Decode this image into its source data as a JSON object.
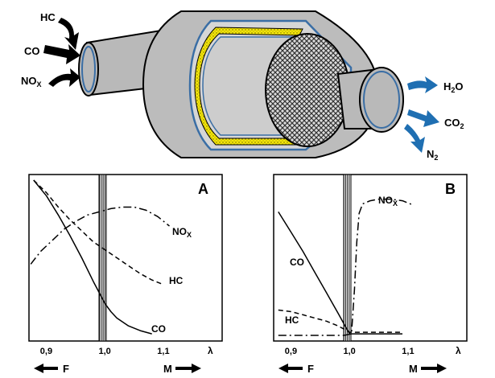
{
  "converter": {
    "inputs": [
      {
        "main": "HC",
        "sub": ""
      },
      {
        "main": "CO",
        "sub": ""
      },
      {
        "main": "NO",
        "sub": "X"
      }
    ],
    "outputs": [
      {
        "pre": "H",
        "sub": "2",
        "post": "O"
      },
      {
        "pre": "CO",
        "sub": "2",
        "post": ""
      },
      {
        "pre": "N",
        "sub": "2",
        "post": ""
      }
    ],
    "colors": {
      "body": "#b9b9b9",
      "outline": "#000000",
      "inner_ring": "#3a6ea5",
      "mat": "#f4e60a",
      "arrow_in": "#000000",
      "arrow_out": "#1f6fb2"
    }
  },
  "chart_data": [
    {
      "type": "line",
      "panel_label": "A",
      "xlim": [
        0.87,
        1.2
      ],
      "ylim": [
        0,
        1
      ],
      "x_ticks": [
        "0,9",
        "1,0",
        "1,1"
      ],
      "x_tick_values": [
        0.9,
        1.0,
        1.1
      ],
      "x_axis_symbol": "λ",
      "direction_left": "F",
      "direction_right": "M",
      "stoich_band_at": 1.0,
      "series": [
        {
          "name": "CO",
          "style": "solid",
          "x": [
            0.878,
            0.9,
            0.92,
            0.94,
            0.96,
            0.98,
            1.0,
            1.01,
            1.02,
            1.04,
            1.06,
            1.08
          ],
          "y": [
            0.99,
            0.89,
            0.77,
            0.64,
            0.5,
            0.35,
            0.21,
            0.16,
            0.12,
            0.07,
            0.04,
            0.02
          ]
        },
        {
          "name": "HC",
          "style": "dashed",
          "x": [
            0.878,
            0.9,
            0.92,
            0.94,
            0.96,
            0.98,
            1.0,
            1.02,
            1.04,
            1.06,
            1.08,
            1.1
          ],
          "y": [
            0.99,
            0.91,
            0.82,
            0.74,
            0.67,
            0.6,
            0.55,
            0.5,
            0.45,
            0.4,
            0.36,
            0.33
          ]
        },
        {
          "name": "NO",
          "name_sub": "X",
          "style": "dashdot",
          "x": [
            0.873,
            0.89,
            0.91,
            0.93,
            0.95,
            0.97,
            0.99,
            1.01,
            1.03,
            1.05,
            1.07,
            1.09,
            1.11
          ],
          "y": [
            0.46,
            0.54,
            0.61,
            0.68,
            0.73,
            0.77,
            0.79,
            0.81,
            0.82,
            0.82,
            0.8,
            0.76,
            0.7
          ]
        }
      ]
    },
    {
      "type": "line",
      "panel_label": "B",
      "xlim": [
        0.87,
        1.2
      ],
      "ylim": [
        0,
        1
      ],
      "x_ticks": [
        "0,9",
        "1,0",
        "1,1"
      ],
      "x_tick_values": [
        0.9,
        1.0,
        1.1
      ],
      "x_axis_symbol": "λ",
      "direction_left": "F",
      "direction_right": "M",
      "stoich_band_at": 1.0,
      "series": [
        {
          "name": "CO",
          "style": "solid",
          "x": [
            0.878,
            0.9,
            0.92,
            0.94,
            0.96,
            0.98,
            0.995,
            1.0,
            1.03,
            1.06,
            1.09
          ],
          "y": [
            0.79,
            0.66,
            0.54,
            0.41,
            0.28,
            0.15,
            0.05,
            0.02,
            0.02,
            0.02,
            0.02
          ]
        },
        {
          "name": "HC",
          "style": "dashed",
          "x": [
            0.878,
            0.9,
            0.92,
            0.94,
            0.96,
            0.98,
            0.995,
            1.0,
            1.03,
            1.06,
            1.09
          ],
          "y": [
            0.17,
            0.16,
            0.14,
            0.12,
            0.1,
            0.07,
            0.04,
            0.03,
            0.03,
            0.03,
            0.03
          ]
        },
        {
          "name": "NO",
          "name_sub": "X",
          "style": "dashdot",
          "x": [
            0.878,
            0.92,
            0.96,
            0.99,
            1.003,
            1.008,
            1.012,
            1.016,
            1.022,
            1.035,
            1.05,
            1.07,
            1.09,
            1.11
          ],
          "y": [
            0.01,
            0.01,
            0.01,
            0.01,
            0.02,
            0.3,
            0.6,
            0.78,
            0.84,
            0.86,
            0.87,
            0.87,
            0.86,
            0.83
          ]
        }
      ]
    }
  ]
}
